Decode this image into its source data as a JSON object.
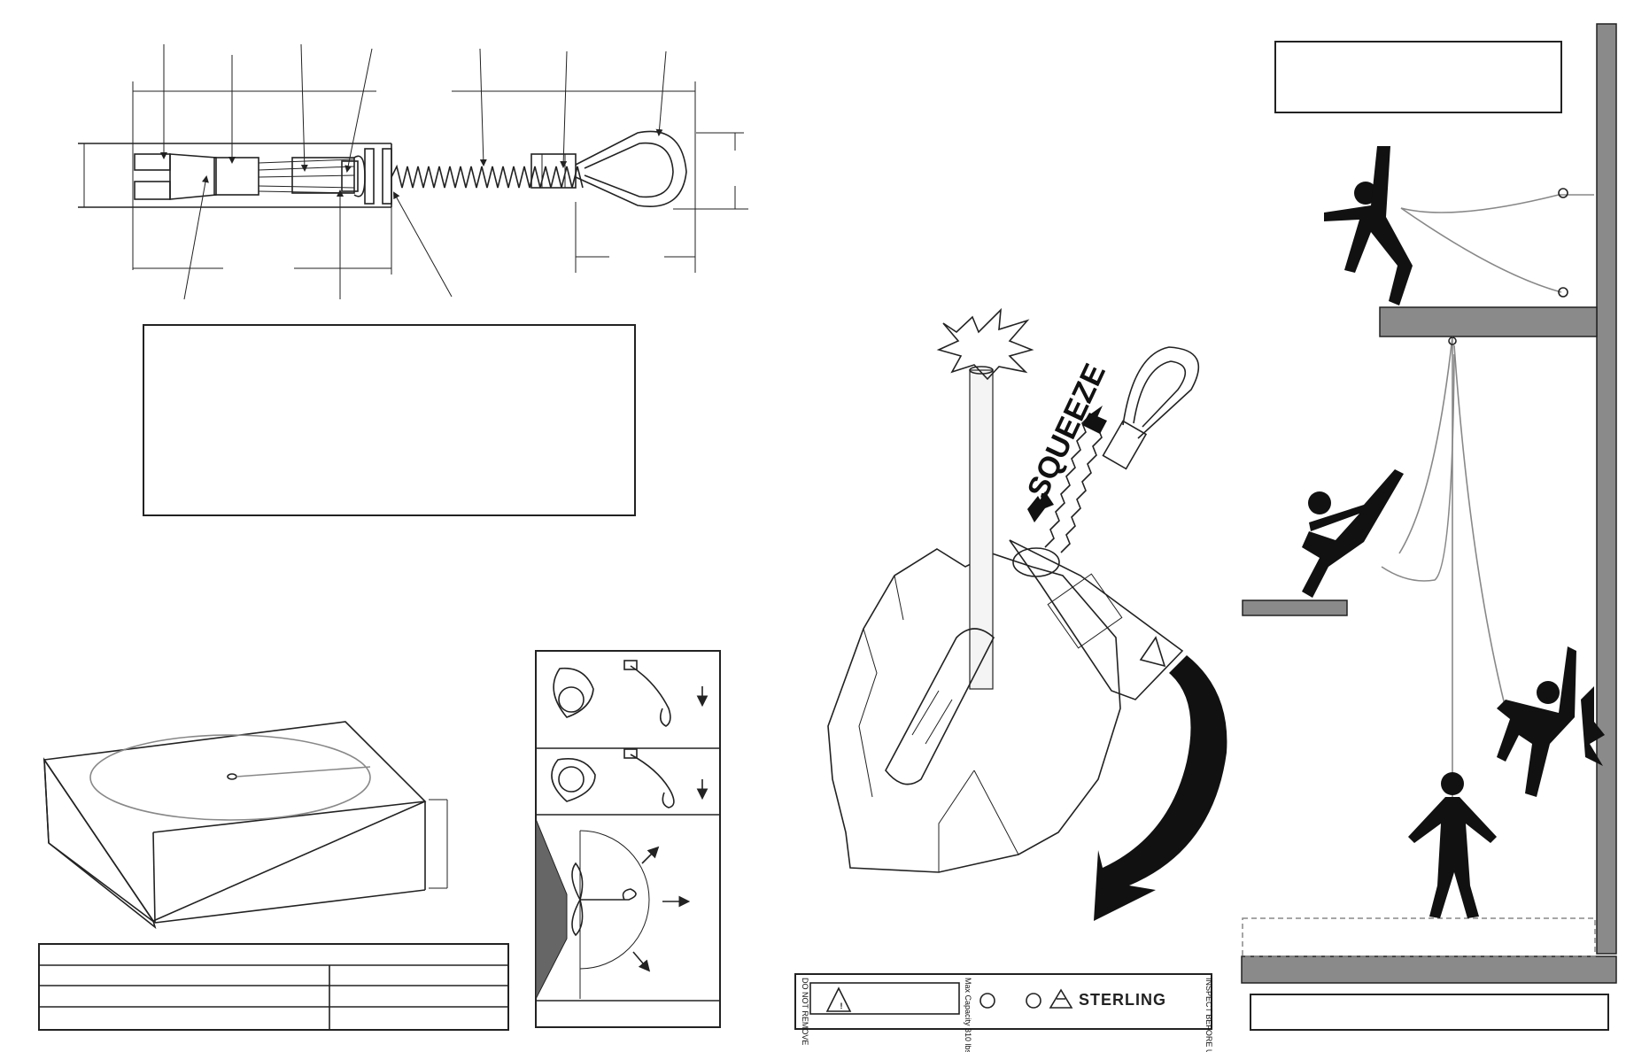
{
  "diagram_title": "",
  "squeeze_label": "SQUEEZE",
  "label_card": {
    "brand": "STERLING",
    "do_not_remove": "DO NOT REMOVE",
    "max_capacity": "Max Capacity 310 lbs",
    "inspect": "INSPECT BEFORE USE"
  },
  "colors": {
    "line": "#222222",
    "gray_surface": "#8a8a8a",
    "figure": "#111111"
  },
  "icons": [
    "warning-triangle-icon",
    "down-arrow-icon",
    "direction-arrow-icon",
    "brand-logo-icon"
  ]
}
